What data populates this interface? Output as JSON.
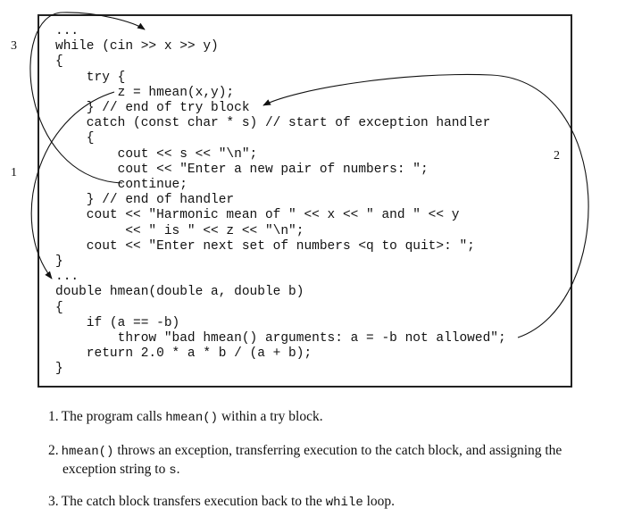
{
  "code_lines": [
    "...",
    "while (cin >> x >> y)",
    "{",
    "    try {",
    "        z = hmean(x,y);",
    "    } // end of try block",
    "    catch (const char * s) // start of exception handler",
    "    {",
    "        cout << s << \"\\n\";",
    "        cout << \"Enter a new pair of numbers: \";",
    "        continue;",
    "    } // end of handler",
    "    cout << \"Harmonic mean of \" << x << \" and \" << y",
    "         << \" is \" << z << \"\\n\";",
    "    cout << \"Enter next set of numbers <q to quit>: \";",
    "}",
    "...",
    "double hmean(double a, double b)",
    "{",
    "    if (a == -b)",
    "        throw \"bad hmean() arguments: a = -b not allowed\";",
    "    return 2.0 * a * b / (a + b);",
    "}"
  ],
  "arrow_labels": {
    "one": "1",
    "two": "2",
    "three": "3"
  },
  "notes": [
    {
      "num": "1.",
      "parts": [
        {
          "text": "The program calls ",
          "mono": false
        },
        {
          "text": "hmean()",
          "mono": true
        },
        {
          "text": " within a try block.",
          "mono": false
        }
      ]
    },
    {
      "num": "2.",
      "parts": [
        {
          "text": "hmean()",
          "mono": true
        },
        {
          "text": " throws an exception, transferring execution to the catch block, and assigning the exception string to ",
          "mono": false
        },
        {
          "text": "s",
          "mono": true
        },
        {
          "text": ".",
          "mono": false
        }
      ]
    },
    {
      "num": "3.",
      "parts": [
        {
          "text": "The catch block transfers execution back to the ",
          "mono": false
        },
        {
          "text": "while",
          "mono": true
        },
        {
          "text": " loop.",
          "mono": false
        }
      ]
    }
  ]
}
